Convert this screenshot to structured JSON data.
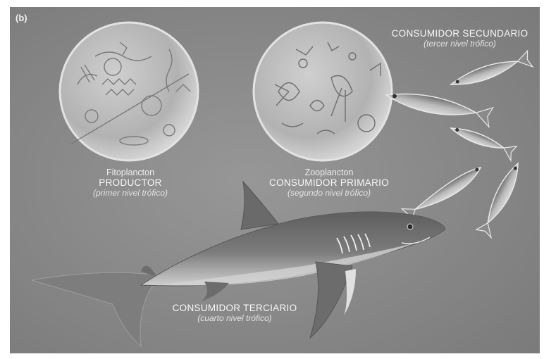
{
  "figure": {
    "panel_label": "(b)"
  },
  "colors": {
    "background": "#8c8c8c",
    "text": "#f2f2f2",
    "shark_body": "#707070",
    "shark_belly": "#c8c8c8",
    "fish": "#9a9a9a",
    "plankton_circle": "#b4b4b4"
  },
  "labels": {
    "producer": {
      "name": "Fitoplancton",
      "role": "PRODUCTOR",
      "level": "(primer nivel trófico)"
    },
    "primary": {
      "name": "Zooplancton",
      "role": "CONSUMIDOR PRIMARIO",
      "level": "(segundo nivel trófico)"
    },
    "secondary": {
      "role": "CONSUMIDOR SECUNDARIO",
      "level": "(tercer nivel trófico)"
    },
    "tertiary": {
      "role": "CONSUMIDOR TERCIARIO",
      "level": "(cuarto nivel trófico)"
    }
  },
  "icons": {
    "phytoplankton": "phytoplankton-circle-icon",
    "zooplankton": "zooplankton-circle-icon",
    "fish": "fish-icon",
    "shark": "shark-icon"
  }
}
